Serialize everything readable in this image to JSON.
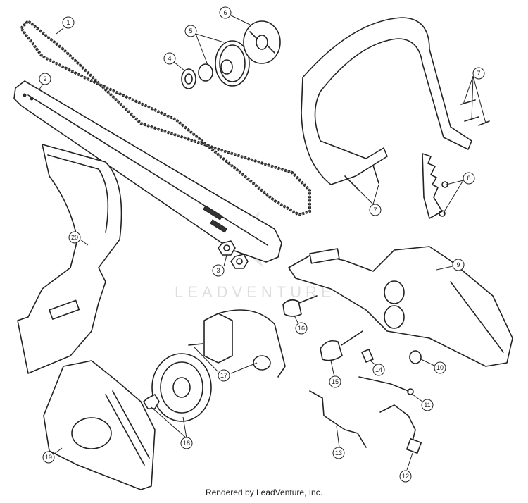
{
  "watermark": "LEADVENTURE",
  "footer": "Rendered by LeadVenture, Inc.",
  "callouts": [
    "1",
    "2",
    "3",
    "4",
    "5",
    "6",
    "7",
    "7",
    "8",
    "9",
    "10",
    "11",
    "12",
    "13",
    "14",
    "15",
    "16",
    "17",
    "18",
    "19",
    "20"
  ]
}
